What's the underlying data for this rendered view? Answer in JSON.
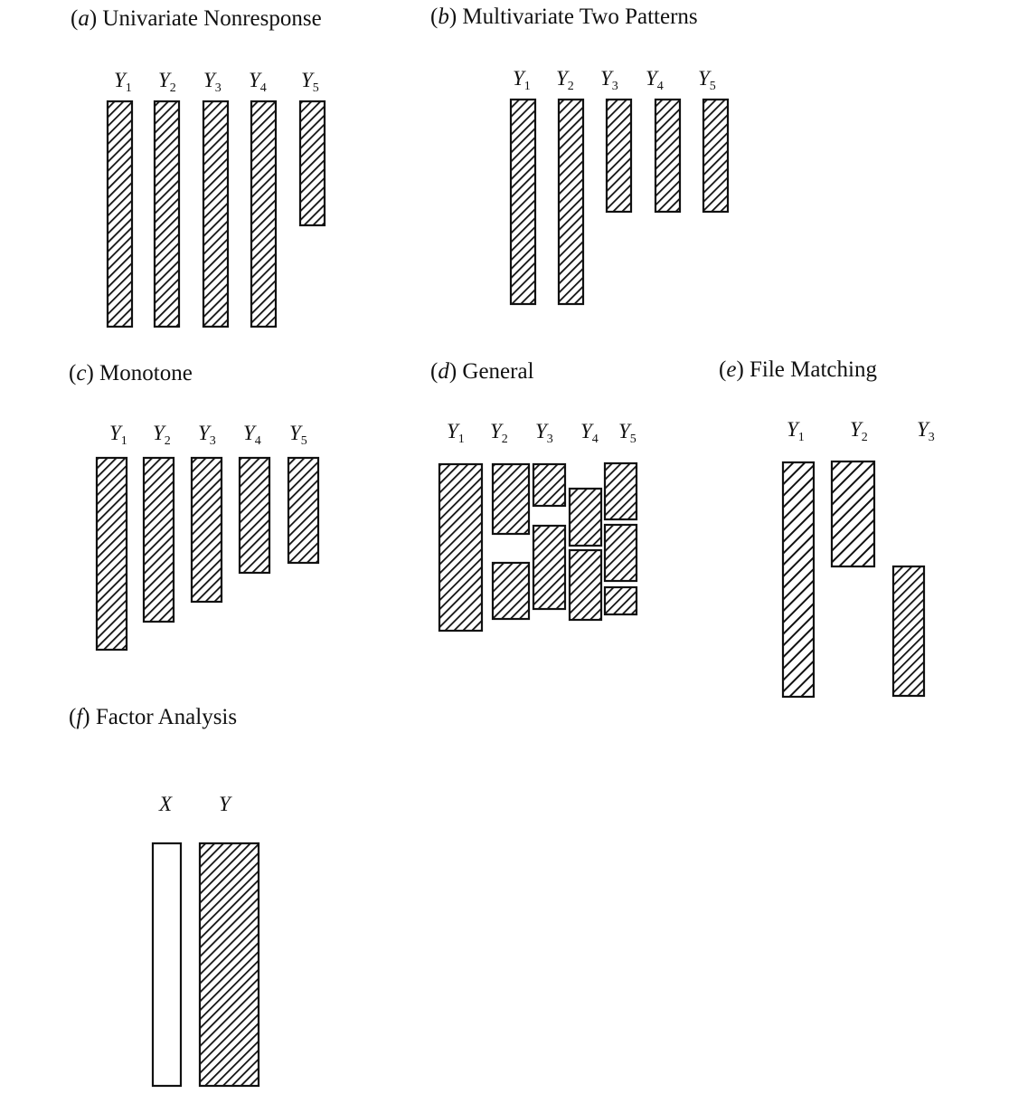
{
  "colors": {
    "ink": "#111111",
    "paper": "#ffffff"
  },
  "panels": [
    {
      "id": "a",
      "title": {
        "letter": "a",
        "text": "Univariate Nonresponse"
      },
      "variables": [
        {
          "letter": "Y",
          "subscript": "1"
        },
        {
          "letter": "Y",
          "subscript": "2"
        },
        {
          "letter": "Y",
          "subscript": "3"
        },
        {
          "letter": "Y",
          "subscript": "4"
        },
        {
          "letter": "Y",
          "subscript": "5"
        }
      ]
    },
    {
      "id": "b",
      "title": {
        "letter": "b",
        "text": "Multivariate Two Patterns"
      },
      "variables": [
        {
          "letter": "Y",
          "subscript": "1"
        },
        {
          "letter": "Y",
          "subscript": "2"
        },
        {
          "letter": "Y",
          "subscript": "3"
        },
        {
          "letter": "Y",
          "subscript": "4"
        },
        {
          "letter": "Y",
          "subscript": "5"
        }
      ]
    },
    {
      "id": "c",
      "title": {
        "letter": "c",
        "text": "Monotone"
      },
      "variables": [
        {
          "letter": "Y",
          "subscript": "1"
        },
        {
          "letter": "Y",
          "subscript": "2"
        },
        {
          "letter": "Y",
          "subscript": "3"
        },
        {
          "letter": "Y",
          "subscript": "4"
        },
        {
          "letter": "Y",
          "subscript": "5"
        }
      ]
    },
    {
      "id": "d",
      "title": {
        "letter": "d",
        "text": "General"
      },
      "variables": [
        {
          "letter": "Y",
          "subscript": "1"
        },
        {
          "letter": "Y",
          "subscript": "2"
        },
        {
          "letter": "Y",
          "subscript": "3"
        },
        {
          "letter": "Y",
          "subscript": "4"
        },
        {
          "letter": "Y",
          "subscript": "5"
        }
      ]
    },
    {
      "id": "e",
      "title": {
        "letter": "e",
        "text": "File Matching"
      },
      "variables": [
        {
          "letter": "Y",
          "subscript": "1"
        },
        {
          "letter": "Y",
          "subscript": "2"
        },
        {
          "letter": "Y",
          "subscript": "3"
        }
      ]
    },
    {
      "id": "f",
      "title": {
        "letter": "f",
        "text": "Factor Analysis"
      },
      "variables": [
        {
          "letter": "X",
          "subscript": ""
        },
        {
          "letter": "Y",
          "subscript": ""
        }
      ]
    }
  ]
}
